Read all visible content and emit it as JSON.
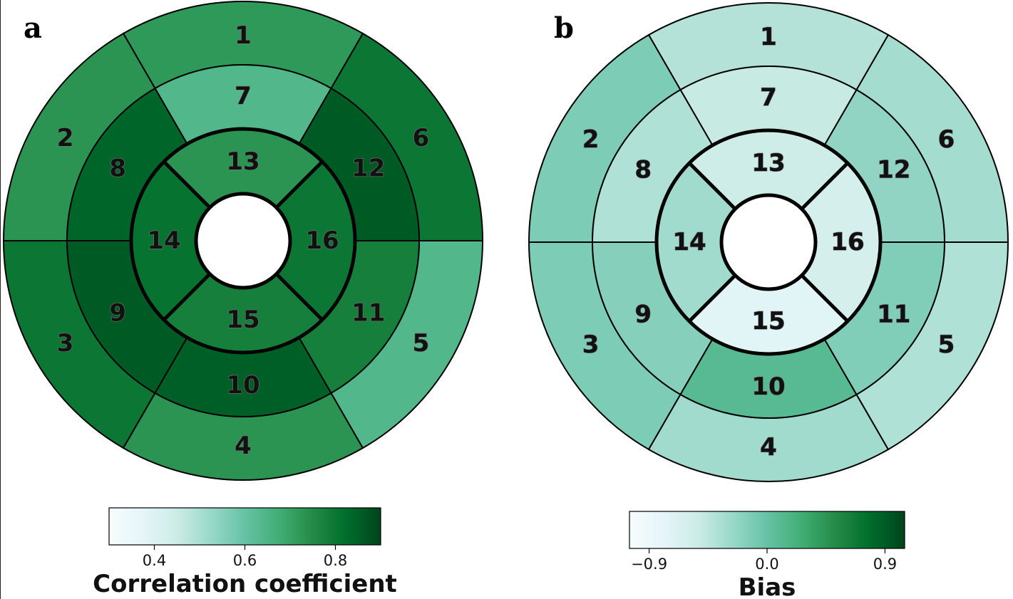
{
  "chart_data": [
    {
      "type": "heatmap",
      "subtype": "bullseye-17-segment",
      "panel_label": "a",
      "colorbar_label": "Correlation coefficient",
      "colorbar_range": [
        0.3,
        0.9
      ],
      "colorbar_ticks": [
        {
          "value": 0.4,
          "label": "0.4"
        },
        {
          "value": 0.6,
          "label": "0.6"
        },
        {
          "value": 0.8,
          "label": "0.8"
        }
      ],
      "segments": [
        {
          "id": 1,
          "label": "1",
          "value": 0.72
        },
        {
          "id": 2,
          "label": "2",
          "value": 0.73
        },
        {
          "id": 3,
          "label": "3",
          "value": 0.8
        },
        {
          "id": 4,
          "label": "4",
          "value": 0.73
        },
        {
          "id": 5,
          "label": "5",
          "value": 0.64
        },
        {
          "id": 6,
          "label": "6",
          "value": 0.8
        },
        {
          "id": 7,
          "label": "7",
          "value": 0.64
        },
        {
          "id": 8,
          "label": "8",
          "value": 0.84
        },
        {
          "id": 9,
          "label": "9",
          "value": 0.86
        },
        {
          "id": 10,
          "label": "10",
          "value": 0.85
        },
        {
          "id": 11,
          "label": "11",
          "value": 0.78
        },
        {
          "id": 12,
          "label": "12",
          "value": 0.86
        },
        {
          "id": 13,
          "label": "13",
          "value": 0.73
        },
        {
          "id": 14,
          "label": "14",
          "value": 0.81
        },
        {
          "id": 15,
          "label": "15",
          "value": 0.78
        },
        {
          "id": 16,
          "label": "16",
          "value": 0.8
        }
      ]
    },
    {
      "type": "heatmap",
      "subtype": "bullseye-17-segment",
      "panel_label": "b",
      "colorbar_label": "Bias",
      "colorbar_range": [
        -1.05,
        1.05
      ],
      "colorbar_ticks": [
        {
          "value": -0.9,
          "label": "−0.9"
        },
        {
          "value": 0.0,
          "label": "0.0"
        },
        {
          "value": 0.9,
          "label": "0.9"
        }
      ],
      "segments": [
        {
          "id": 1,
          "label": "1",
          "value": -0.4
        },
        {
          "id": 2,
          "label": "2",
          "value": -0.12
        },
        {
          "id": 3,
          "label": "3",
          "value": -0.12
        },
        {
          "id": 4,
          "label": "4",
          "value": -0.3
        },
        {
          "id": 5,
          "label": "5",
          "value": -0.38
        },
        {
          "id": 6,
          "label": "6",
          "value": -0.32
        },
        {
          "id": 7,
          "label": "7",
          "value": -0.5
        },
        {
          "id": 8,
          "label": "8",
          "value": -0.38
        },
        {
          "id": 9,
          "label": "9",
          "value": -0.16
        },
        {
          "id": 10,
          "label": "10",
          "value": 0.1
        },
        {
          "id": 11,
          "label": "11",
          "value": -0.14
        },
        {
          "id": 12,
          "label": "12",
          "value": -0.22
        },
        {
          "id": 13,
          "label": "13",
          "value": -0.55
        },
        {
          "id": 14,
          "label": "14",
          "value": -0.3
        },
        {
          "id": 15,
          "label": "15",
          "value": -0.75
        },
        {
          "id": 16,
          "label": "16",
          "value": -0.62
        }
      ]
    }
  ],
  "colormap": [
    "#f7fcfd",
    "#e5f5f9",
    "#ccece6",
    "#99d8c9",
    "#66c2a4",
    "#41ae76",
    "#238b45",
    "#006d2c",
    "#00441b"
  ]
}
